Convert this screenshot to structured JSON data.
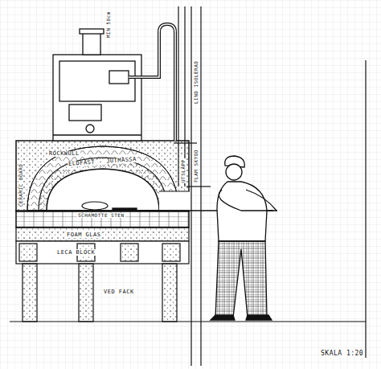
{
  "diagram": {
    "nodes": [
      {
        "text": [
          "FOAM GLAS"
        ]
      },
      {
        "text": [
          "LECA BLOCK"
        ]
      }
    ],
    "labels": [
      "MIN 50cm",
      "ROCKWULL",
      "ELDFAST - JUTMASSA",
      "CERAMIC BOARD",
      "SCHAMOTTE STEN",
      "VED FACK",
      "UTSLÄPP",
      "LIND ISOLERAD",
      "FLAM SKYDD",
      "SKALA 1:20"
    ]
  }
}
